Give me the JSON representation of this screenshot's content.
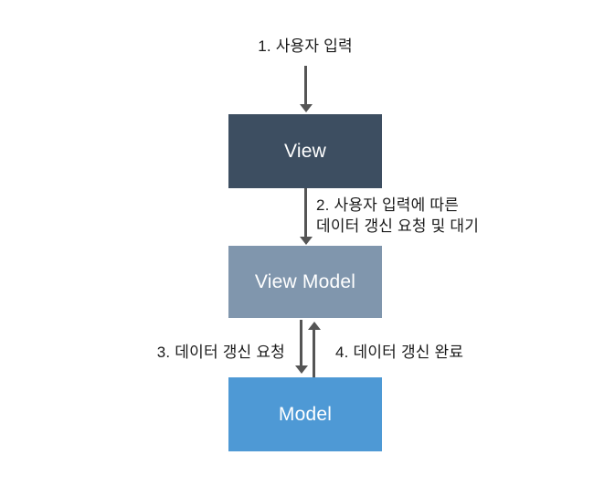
{
  "nodes": {
    "view": {
      "label": "View",
      "color": "#3D4E61"
    },
    "view_model": {
      "label": "View Model",
      "color": "#8096AD"
    },
    "model": {
      "label": "Model",
      "color": "#4E99D5"
    }
  },
  "labels": {
    "step1": "1. 사용자 입력",
    "step2_line1": "2. 사용자 입력에 따른",
    "step2_line2": "데이터 갱신 요청 및 대기",
    "step3": "3. 데이터 갱신 요청",
    "step4": "4. 데이터 갱신 완료"
  },
  "colors": {
    "arrow": "#555555",
    "label_text": "#1A1A1A",
    "node_text": "#FFFFFF",
    "background": "#FFFFFF"
  }
}
